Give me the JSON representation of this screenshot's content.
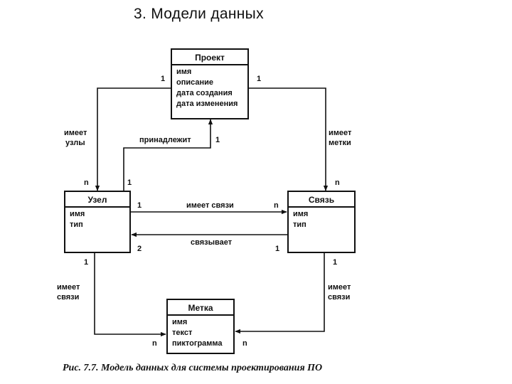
{
  "title": "3. Модели данных",
  "entities": {
    "project": {
      "name": "Проект",
      "attributes": [
        "имя",
        "описание",
        "дата создания",
        "дата изменения"
      ]
    },
    "node": {
      "name": "Узел",
      "attributes": [
        "имя",
        "тип"
      ]
    },
    "link": {
      "name": "Связь",
      "attributes": [
        "имя",
        "тип"
      ]
    },
    "tag": {
      "name": "Метка",
      "attributes": [
        "имя",
        "текст",
        "пиктограмма"
      ]
    }
  },
  "relations": {
    "has_nodes": {
      "label": "имеет узлы",
      "label_line1": "имеет",
      "label_line2": "узлы",
      "card_from": "1",
      "card_to": "n"
    },
    "has_tags": {
      "label_line1": "имеет",
      "label_line2": "метки",
      "card_from": "1",
      "card_to": "n"
    },
    "belongs": {
      "label": "принадлежит",
      "card_from": "1",
      "card_to": "1"
    },
    "node_has_links": {
      "label": "имеет связи",
      "card_from": "1",
      "card_to": "n"
    },
    "connects": {
      "label": "связывает",
      "card_from": "1",
      "card_to": "2"
    },
    "node_tags": {
      "label_line1": "имеет",
      "label_line2": "связи",
      "card_from": "1",
      "card_to": "n"
    },
    "link_tags": {
      "label_line1": "имеет",
      "label_line2": "связи",
      "card_from": "1",
      "card_to": "n"
    }
  },
  "caption": "Рис. 7.7. Модель данных для системы проектирования ПО"
}
